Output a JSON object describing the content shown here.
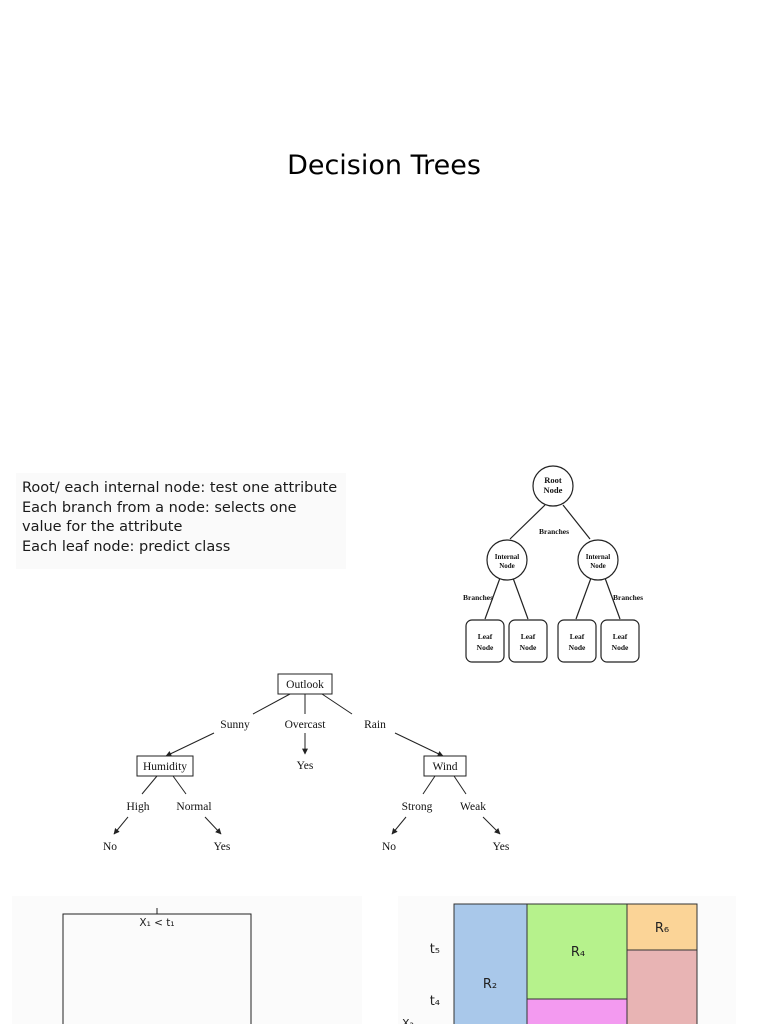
{
  "page": {
    "title": "Decision Trees",
    "bullets": [
      "Root/ each internal node: test one attribute",
      "Each branch from a node: selects one",
      "value for the attribute",
      "Each leaf node: predict class"
    ]
  },
  "structure_diagram": {
    "root": "Root Node",
    "internal": [
      "Internal Node",
      "Internal Node"
    ],
    "leaves": [
      "Leaf Node",
      "Leaf Node",
      "Leaf Node",
      "Leaf Node"
    ],
    "branch_labels": [
      "Branches",
      "Branches",
      "Branches"
    ]
  },
  "weather_tree": {
    "root": "Outlook",
    "branches": [
      "Sunny",
      "Overcast",
      "Rain"
    ],
    "overcast_leaf": "Yes",
    "humidity": {
      "node": "Humidity",
      "branches": [
        "High",
        "Normal"
      ],
      "leaves": [
        "No",
        "Yes"
      ]
    },
    "wind": {
      "node": "Wind",
      "branches": [
        "Strong",
        "Weak"
      ],
      "leaves": [
        "No",
        "Yes"
      ]
    }
  },
  "split_tree": {
    "root_label": "X₁ < t₁"
  },
  "partition": {
    "regions": [
      "R₂",
      "R₄",
      "R₆"
    ],
    "thresholds": [
      "t₅",
      "t₄"
    ],
    "axis_label": "X₂",
    "colors": {
      "R2": "#a9c8ea",
      "R4": "#b6f28c",
      "R6": "#fbd497",
      "pink": "#e8b4b4",
      "magenta": "#f39af0"
    }
  }
}
